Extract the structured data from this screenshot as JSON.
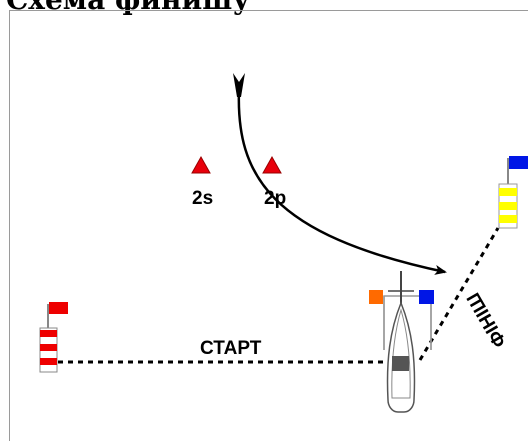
{
  "page": {
    "title": "Схема финишу"
  },
  "diagram": {
    "marks": [
      {
        "label": "2s",
        "color": "#e8000b"
      },
      {
        "label": "2p",
        "color": "#e8000b"
      }
    ],
    "start_line_label": "СТАРТ",
    "finish_line_label": "ФІНІШ",
    "colors": {
      "start_flag": "#ee0000",
      "finish_flag": "#0016e6",
      "finish_buoy": "#ffff00",
      "committee_flag_left": "#ff6a00",
      "committee_flag_right": "#0016e6",
      "course_arrow": "#000000"
    }
  }
}
